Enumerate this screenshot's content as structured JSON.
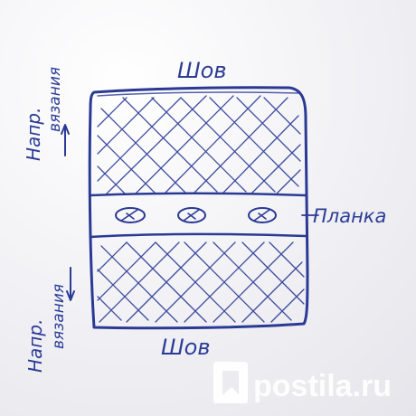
{
  "labels": {
    "top_seam": "Шов",
    "bottom_seam": "Шов",
    "placket": "Планка",
    "knit_direction_upper_abbrev": "Напр.",
    "knit_direction_upper_word": "вязания",
    "knit_direction_lower_abbrev": "Напр.",
    "knit_direction_lower_word": "вязания"
  },
  "watermark": {
    "brand": "postila.ru"
  },
  "colors": {
    "ink": "#2a3a94",
    "paper": "#f4f4f7",
    "watermark": "#ffffff"
  },
  "icons": {
    "arrow_up": "arrow-up-icon",
    "arrow_down": "arrow-down-icon",
    "button": "button-circle-icon",
    "watermark_logo": "postila-logo-icon"
  },
  "diagram": {
    "buttons_count": 3
  }
}
